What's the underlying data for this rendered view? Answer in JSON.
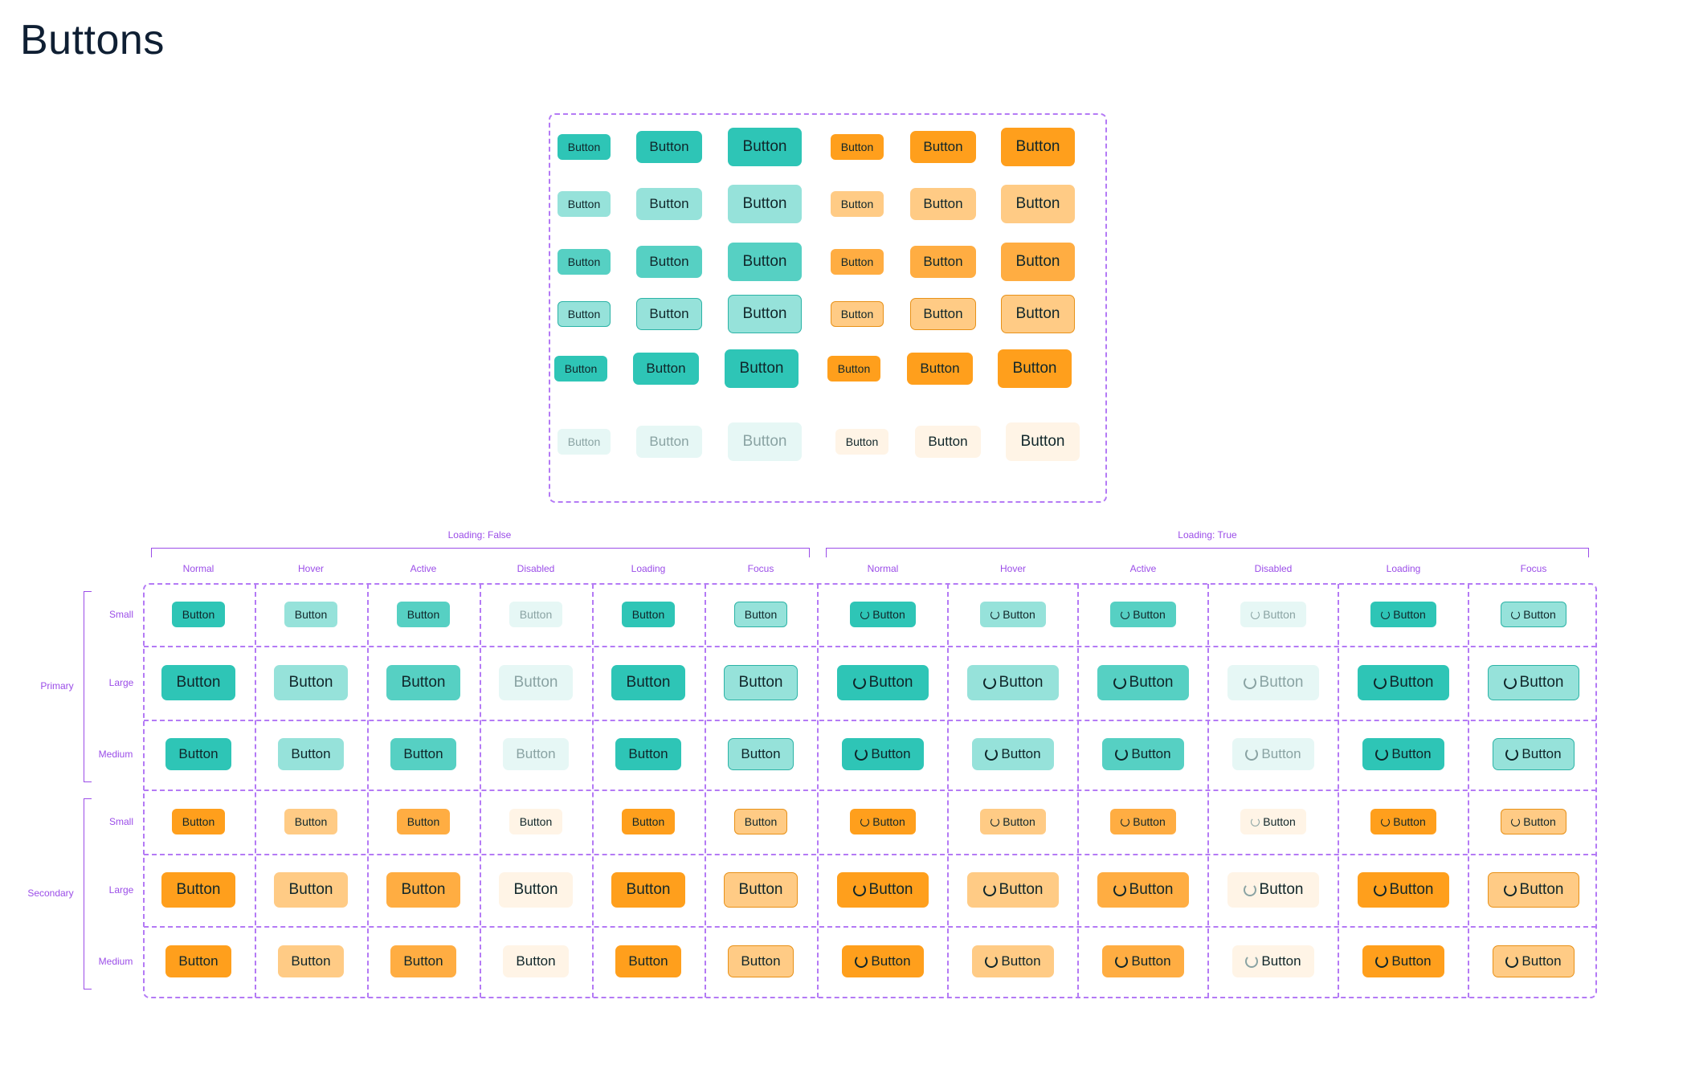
{
  "title": "Buttons",
  "button_label": "Button",
  "top_section": {
    "rows": [
      {
        "state": "normal"
      },
      {
        "state": "hover"
      },
      {
        "state": "active"
      },
      {
        "state": "focus"
      },
      {
        "state": "loading"
      },
      {
        "state": "disabled"
      }
    ]
  },
  "matrix": {
    "group_labels": [
      "Loading: False",
      "Loading: True"
    ],
    "column_labels": [
      "Normal",
      "Hover",
      "Active",
      "Disabled",
      "Loading",
      "Focus",
      "Normal",
      "Hover",
      "Active",
      "Disabled",
      "Loading",
      "Focus"
    ],
    "variant_labels": [
      "Primary",
      "Secondary"
    ],
    "size_labels": [
      "Small",
      "Large",
      "Medium"
    ]
  },
  "colors": {
    "primary_normal": "#2ec5b6",
    "primary_hover": "#96e2da",
    "primary_active": "#56d0c3",
    "primary_disabled": "#e6f7f5",
    "primary_loading": "#2ec5b6",
    "primary_focus": "#96e2da",
    "primary_focus_border": "#2bb3a6",
    "secondary_normal": "#ff9f1c",
    "secondary_hover": "#ffcb85",
    "secondary_active": "#ffad42",
    "secondary_disabled": "#fff4e6",
    "secondary_loading": "#ff9f1c",
    "secondary_focus": "#ffcb85",
    "secondary_focus_border": "#e89118",
    "frame": "#b47af5",
    "label": "#9b4de8"
  }
}
